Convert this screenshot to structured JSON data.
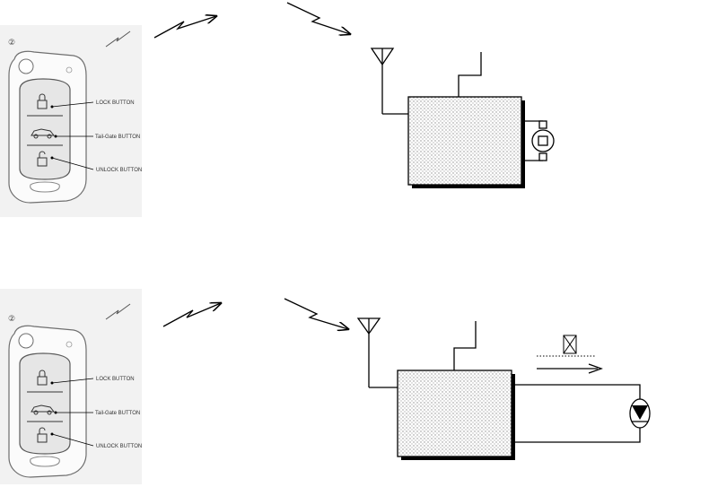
{
  "panels": [
    {
      "id": "top",
      "remote": {
        "number_mark": "②",
        "buttons": [
          {
            "label": "LOCK BUTTON"
          },
          {
            "label": "Tail-Gate BUTTON"
          },
          {
            "label": "UNLOCK BUTTON"
          }
        ]
      },
      "receiver_output": "motor"
    },
    {
      "id": "bottom",
      "remote": {
        "number_mark": "②",
        "buttons": [
          {
            "label": "LOCK BUTTON"
          },
          {
            "label": "Tail-Gate BUTTON"
          },
          {
            "label": "UNLOCK BUTTON"
          }
        ]
      },
      "receiver_output": "diode"
    }
  ],
  "colors": {
    "line": "#000000",
    "remote_outline": "#6f6f6f",
    "photo_bg": "#f2f2f2",
    "stipple": "#9a9a9a"
  }
}
